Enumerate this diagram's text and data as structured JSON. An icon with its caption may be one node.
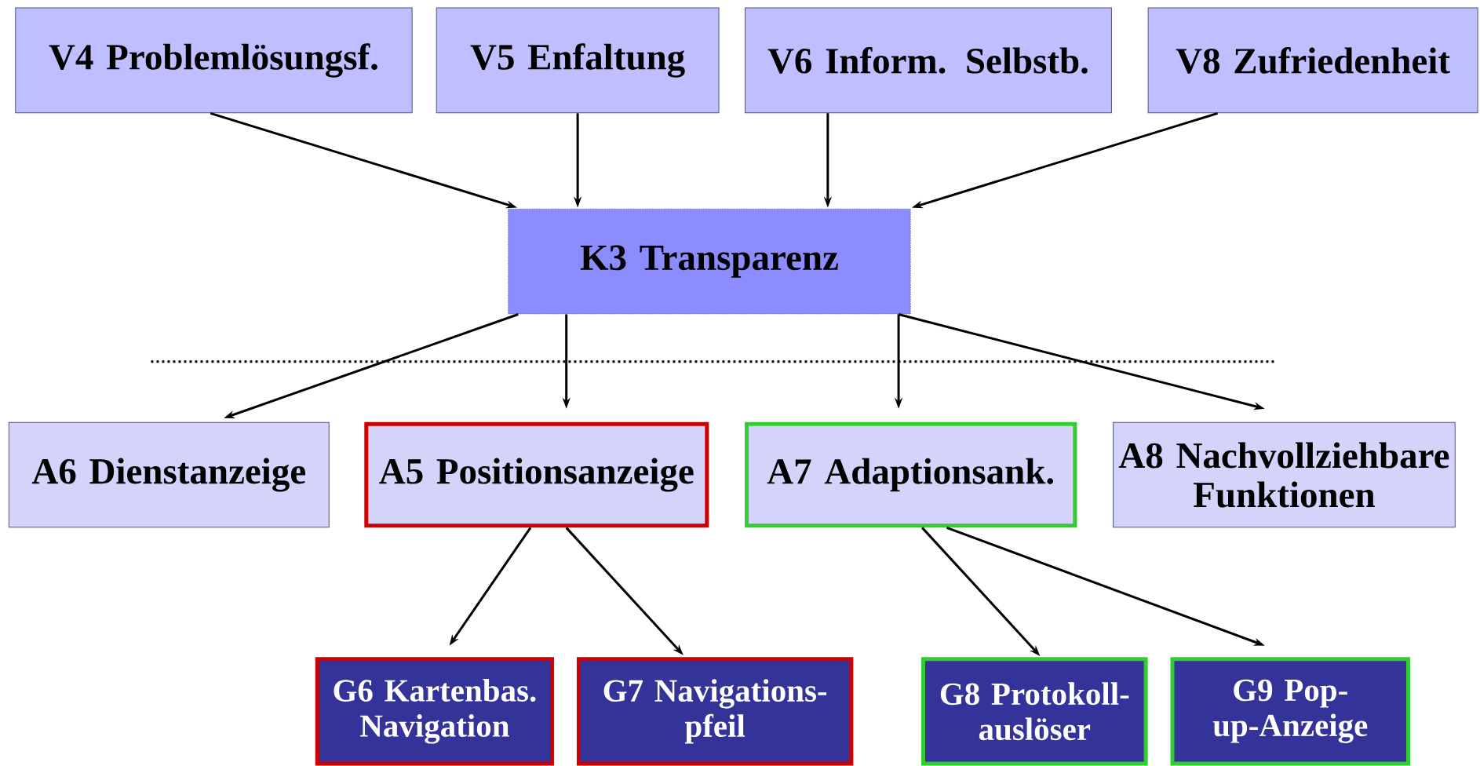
{
  "diagram": {
    "nodes": [
      {
        "text": [
          "V4 Problemlösungsf."
        ]
      },
      {
        "text": [
          "V5 Enfaltung"
        ]
      },
      {
        "text": [
          "V6 Inform. Selbstb."
        ]
      },
      {
        "text": [
          "V8 Zufriedenheit"
        ]
      },
      {
        "text": [
          "K3 Transparenz"
        ]
      },
      {
        "text": [
          "A6 Dienstanzeige"
        ]
      },
      {
        "text": [
          "A5 Positionsanzeige"
        ]
      },
      {
        "text": [
          "A7 Adaptionsank."
        ]
      },
      {
        "text": [
          "A8 Nachvollziehbare Funktionen"
        ]
      },
      {
        "text": [
          "G6 Kartenbas. Navigation"
        ]
      },
      {
        "text": [
          "G7 Navigations-pfeil"
        ]
      },
      {
        "text": [
          "G8 Protokoll-auslöser"
        ]
      },
      {
        "text": [
          "G9 Pop-up-Anzeige"
        ]
      }
    ],
    "edges": [
      {
        "from": 0,
        "to": 4,
        "arrow": "to"
      },
      {
        "from": 1,
        "to": 4,
        "arrow": "to"
      },
      {
        "from": 2,
        "to": 4,
        "arrow": "to"
      },
      {
        "from": 3,
        "to": 4,
        "arrow": "to"
      },
      {
        "from": 4,
        "to": 5,
        "arrow": "to"
      },
      {
        "from": 4,
        "to": 6,
        "arrow": "to"
      },
      {
        "from": 4,
        "to": 7,
        "arrow": "to"
      },
      {
        "from": 4,
        "to": 8,
        "arrow": "to"
      },
      {
        "from": 6,
        "to": 9,
        "arrow": "to"
      },
      {
        "from": 6,
        "to": 10,
        "arrow": "to"
      },
      {
        "from": 7,
        "to": 11,
        "arrow": "to"
      },
      {
        "from": 7,
        "to": 12,
        "arrow": "to"
      }
    ]
  }
}
